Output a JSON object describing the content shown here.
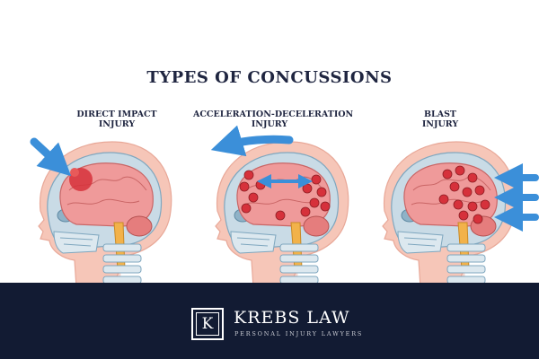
{
  "title": "TYPES OF CONCUSSIONS",
  "panels": [
    {
      "label_line1": "DIRECT IMPACT",
      "label_line2": "INJURY"
    },
    {
      "label_line1": "ACCELERATION-DECELERATION",
      "label_line2": "INJURY"
    },
    {
      "label_line1": "BLAST",
      "label_line2": "INJURY"
    }
  ],
  "brand": {
    "logo_letter": "K",
    "name": "KREBS LAW",
    "tagline": "PERSONAL INJURY LAWYERS"
  },
  "colors": {
    "footer_bg": "#121b33",
    "title_text": "#1f2540",
    "arrow": "#3b8fd9",
    "brain": "#ef9a9a",
    "skin": "#f6c6b8",
    "skull": "#c9dbe6",
    "injury_dot": "#d6313b"
  }
}
